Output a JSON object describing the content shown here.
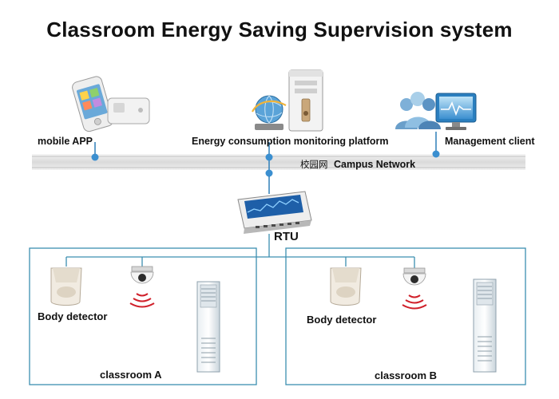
{
  "title": "Classroom Energy Saving Supervision system",
  "network": {
    "label_cn": "校园网",
    "label_en": "Campus Network"
  },
  "nodes": {
    "mobile_app": "mobile APP",
    "platform": "Energy consumption monitoring platform",
    "management": "Management client",
    "rtu": "RTU"
  },
  "classrooms": [
    {
      "name": "classroom A",
      "detector_label": "Body detector"
    },
    {
      "name": "classroom B",
      "detector_label": "Body detector"
    }
  ],
  "colors": {
    "network_bar": "#e3e3e3",
    "connector": "#2f7fb8",
    "dot": "#3b8fd0",
    "room_border": "#3c8fb0",
    "signal": "#d0202a"
  }
}
